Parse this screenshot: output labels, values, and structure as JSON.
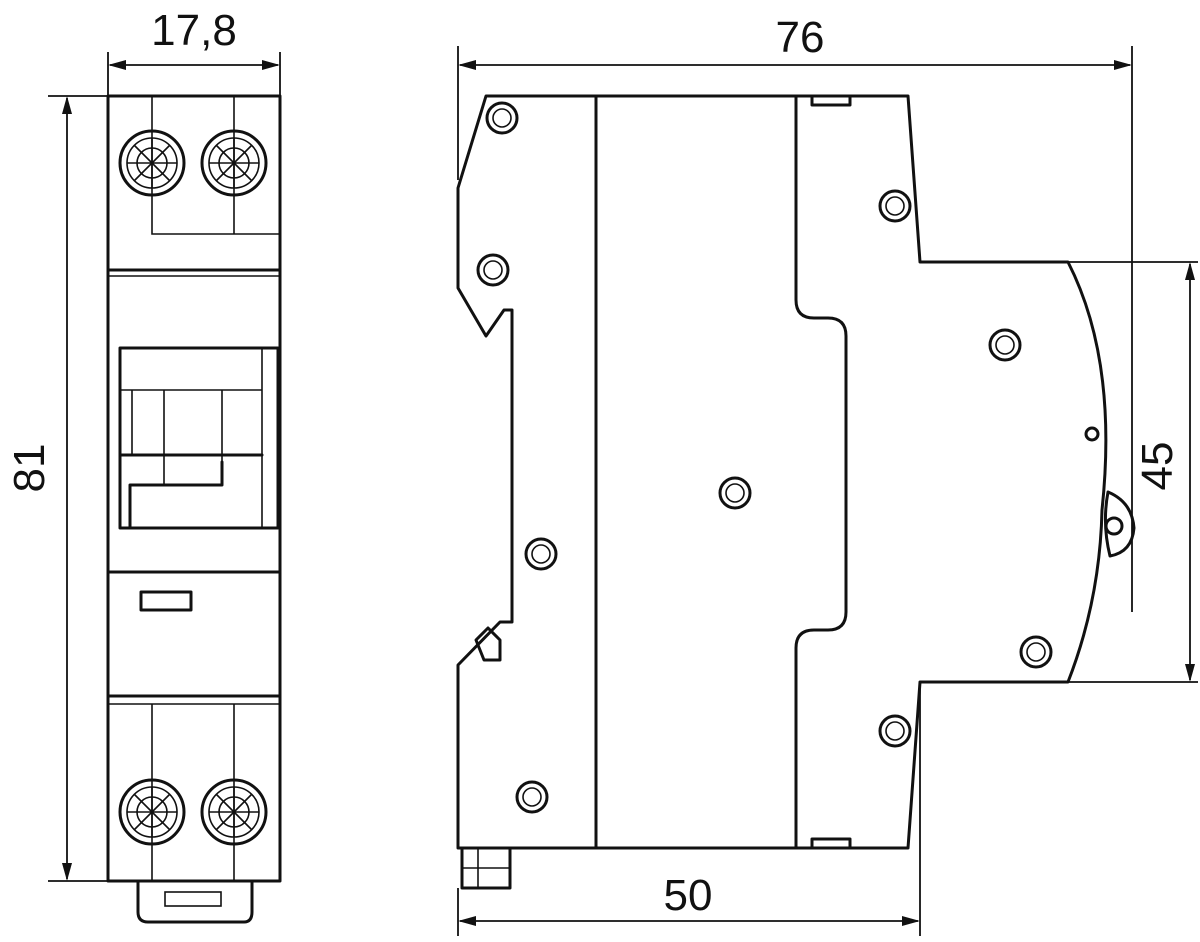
{
  "dimensions": {
    "front_width": "17,8",
    "front_height": "81",
    "side_depth": "76",
    "side_base_depth": "50",
    "rail_height": "45"
  },
  "colors": {
    "line": "#111111",
    "background": "#ffffff"
  }
}
